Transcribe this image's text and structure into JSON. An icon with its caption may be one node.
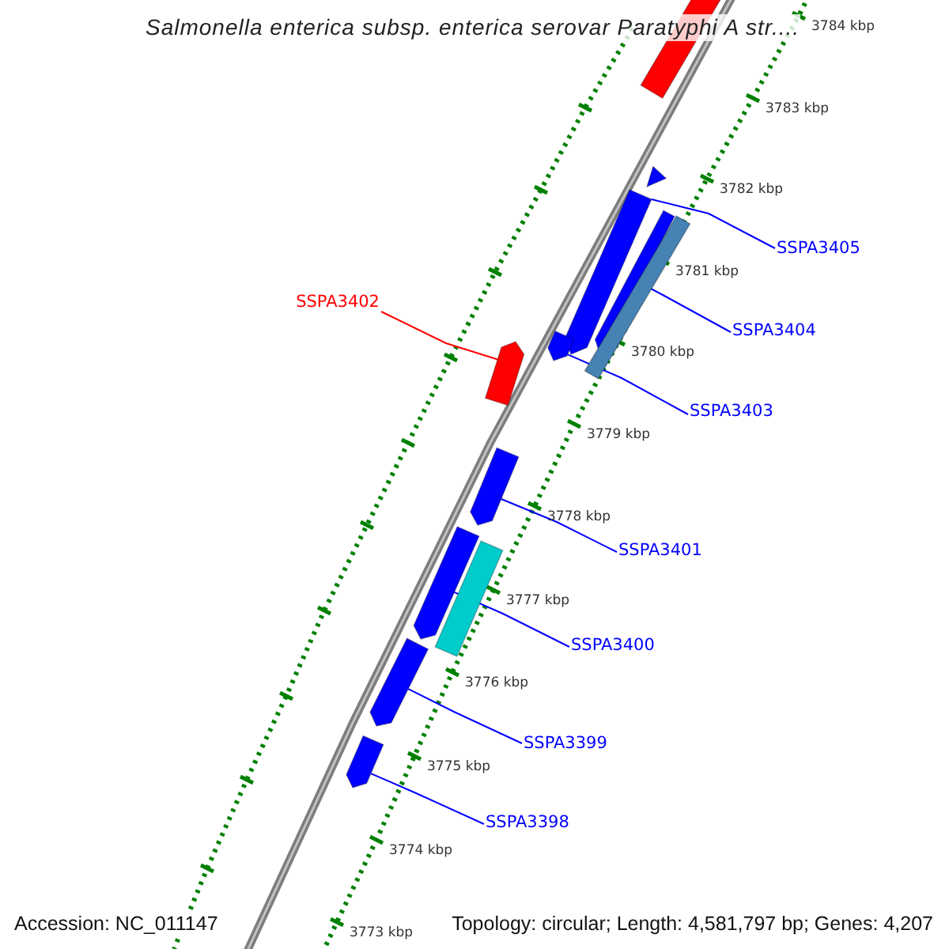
{
  "diagram": {
    "title": "Salmonella enterica subsp. enterica serovar Paratyphi A str....",
    "nodes": [
      {
        "text": [
          "SSPA3405"
        ]
      },
      {
        "text": [
          "SSPA3402"
        ]
      },
      {
        "text": [
          "SSPA3404"
        ]
      },
      {
        "text": [
          "SSPA3403"
        ]
      },
      {
        "text": [
          "SSPA3401"
        ]
      },
      {
        "text": [
          "SSPA3400"
        ]
      },
      {
        "text": [
          "SSPA3399"
        ]
      },
      {
        "text": [
          "SSPA3398"
        ]
      },
      {
        "text": [],
        "shape": "arrow"
      },
      {
        "text": [],
        "shape": "arrow"
      },
      {
        "text": [],
        "shape": "arrow"
      },
      {
        "text": [],
        "shape": "arrow"
      },
      {
        "text": [],
        "shape": "bar"
      },
      {
        "text": [],
        "shape": "arrow"
      },
      {
        "text": [],
        "shape": "arrow"
      },
      {
        "text": [],
        "shape": "arrow"
      },
      {
        "text": [],
        "shape": "arrow"
      },
      {
        "text": [],
        "shape": "bar"
      },
      {
        "text": [],
        "shape": "arrow"
      },
      {
        "text": [],
        "shape": "arrow"
      }
    ],
    "edges": [
      {
        "from": 0,
        "to": 10,
        "arrow": "none"
      },
      {
        "from": 1,
        "to": 14,
        "arrow": "none",
        "color": "#ff0000"
      },
      {
        "from": 2,
        "to": 11,
        "arrow": "none"
      },
      {
        "from": 3,
        "to": 13,
        "arrow": "none"
      },
      {
        "from": 4,
        "to": 15,
        "arrow": "none"
      },
      {
        "from": 5,
        "to": 16,
        "arrow": "none"
      },
      {
        "from": 6,
        "to": 18,
        "arrow": "none"
      },
      {
        "from": 7,
        "to": 19,
        "arrow": "none"
      }
    ],
    "labels": [
      "3784 kbp",
      "3783 kbp",
      "3782 kbp",
      "3781 kbp",
      "3780 kbp",
      "3779 kbp",
      "3778 kbp",
      "3777 kbp",
      "3776 kbp",
      "3775 kbp",
      "3774 kbp",
      "3773 kbp",
      "Accession: NC_011147",
      "Topology: circular; Length: 4,581,797 bp; Genes: 4,207"
    ]
  }
}
